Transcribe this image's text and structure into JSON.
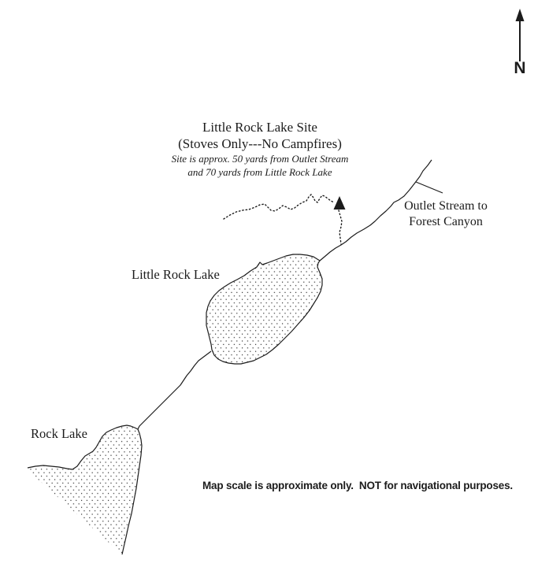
{
  "colors": {
    "ink": "#1c1c1c",
    "paper": "#ffffff"
  },
  "compass": {
    "label": "N"
  },
  "site_callout": {
    "title": "Little Rock Lake Site",
    "subtitle": "(Stoves Only---No Campfires)",
    "note_line1": "Site is approx. 50 yards from Outlet Stream",
    "note_line2": "and 70 yards from Little Rock Lake"
  },
  "labels": {
    "outlet_stream_line1": "Outlet Stream to",
    "outlet_stream_line2": "Forest Canyon",
    "little_rock_lake": "Little Rock Lake",
    "rock_lake": "Rock Lake"
  },
  "footer": {
    "disclaimer": "Map scale is approximate only.  NOT for navigational purposes."
  }
}
